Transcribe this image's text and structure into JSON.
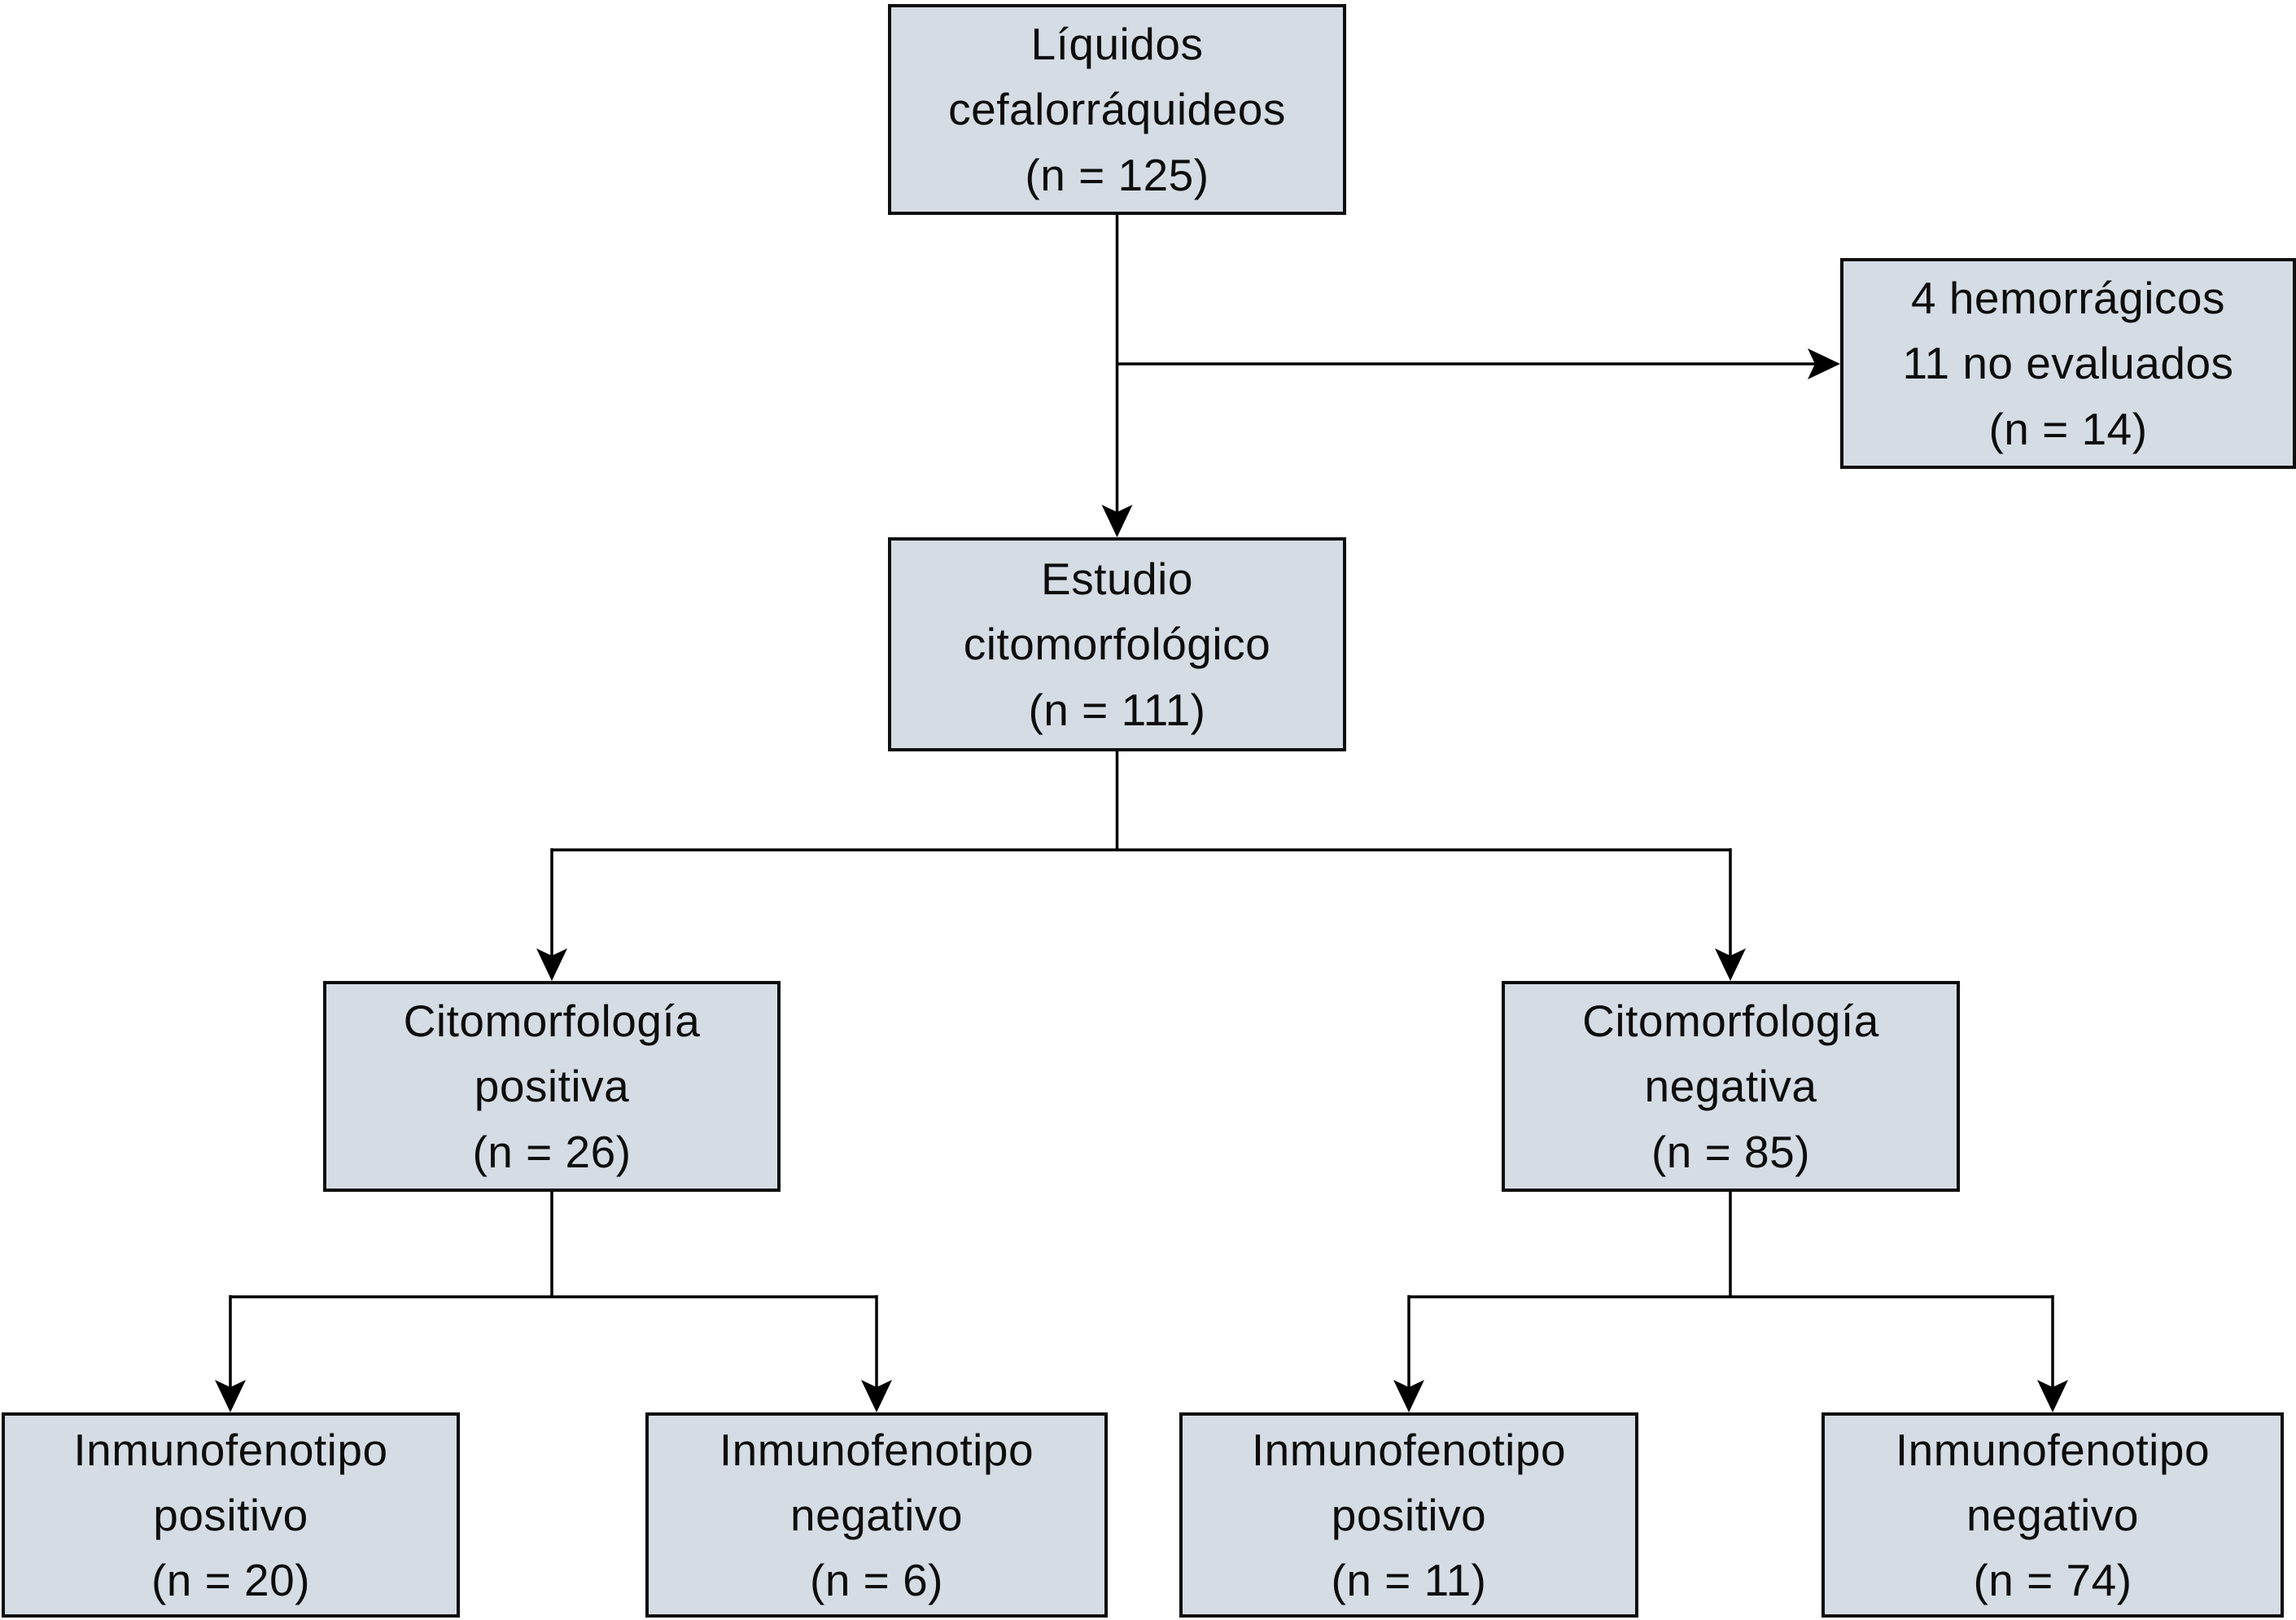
{
  "flowchart": {
    "background_color": "#ffffff",
    "node_fill_color": "#d5dce4",
    "node_border_color": "#0e0e0e",
    "connector_color": "#000000",
    "nodes": {
      "csf": {
        "label": "Líquidos\ncefalorráquideos\n(n = 125)",
        "n": 125
      },
      "excluded": {
        "label": "4 hemorrágicos\n11 no evaluados\n(n = 14)",
        "n": 14
      },
      "cytology": {
        "label": "Estudio\ncitomorfológico\n(n = 111)",
        "n": 111
      },
      "cyto_positive": {
        "label": "Citomorfología\npositiva\n(n = 26)",
        "n": 26
      },
      "cyto_negative": {
        "label": "Citomorfología\nnegativa\n(n = 85)",
        "n": 85
      },
      "immuno_positive_left": {
        "label": "Inmunofenotipo\npositivo\n(n = 20)",
        "n": 20
      },
      "immuno_negative_left": {
        "label": "Inmunofenotipo\nnegativo\n(n = 6)",
        "n": 6
      },
      "immuno_positive_right": {
        "label": "Inmunofenotipo\npositivo\n(n = 11)",
        "n": 11
      },
      "immuno_negative_right": {
        "label": "Inmunofenotipo\nnegativo\n(n = 74)",
        "n": 74
      }
    },
    "edges": [
      {
        "from": "csf",
        "to": "excluded"
      },
      {
        "from": "csf",
        "to": "cytology"
      },
      {
        "from": "cytology",
        "to": "cyto_positive"
      },
      {
        "from": "cytology",
        "to": "cyto_negative"
      },
      {
        "from": "cyto_positive",
        "to": "immuno_positive_left"
      },
      {
        "from": "cyto_positive",
        "to": "immuno_negative_left"
      },
      {
        "from": "cyto_negative",
        "to": "immuno_positive_right"
      },
      {
        "from": "cyto_negative",
        "to": "immuno_negative_right"
      }
    ]
  }
}
